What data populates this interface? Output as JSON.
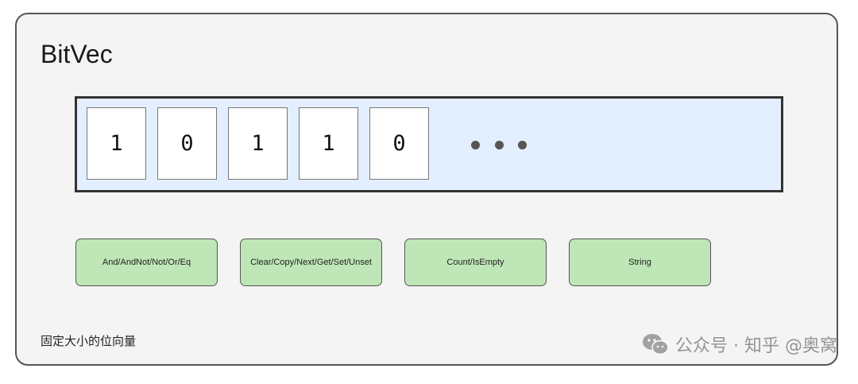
{
  "diagram": {
    "title": "BitVec",
    "bits": [
      "1",
      "0",
      "1",
      "1",
      "0"
    ],
    "ellipsis": "• • •",
    "operations": [
      "And/AndNot/Not/Or/Eq",
      "Clear/Copy/Next/Get/Set/Unset",
      "Count/IsEmpty",
      "String"
    ],
    "caption": "固定大小的位向量"
  },
  "watermark": {
    "text": "公众号 · 知乎 @奥窝",
    "icon": "wechat-icon"
  },
  "colors": {
    "panel_bg": "#f4f4f4",
    "bitbar_bg": "#e3efff",
    "op_bg": "#bfe6b7"
  }
}
